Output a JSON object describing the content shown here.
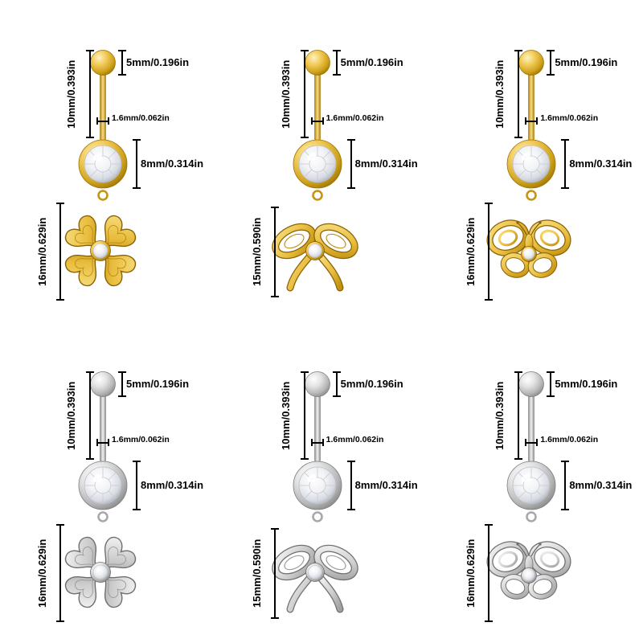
{
  "page": {
    "background": "#ffffff",
    "description": "Belly button ring size chart, 2 rows x 3 columns"
  },
  "colors": {
    "gold": "#e9bd3e",
    "silver": "#cfcfcf",
    "label_text": "#000000",
    "background": "#ffffff"
  },
  "products": [
    {
      "name": "gold clover belly ring",
      "metal": "gold",
      "charm": "clover",
      "dims": {
        "ball": "5mm/0.196in",
        "bar": "10mm/0.393in",
        "gauge": "1.6mm/0.062in",
        "gem": "8mm/0.314in",
        "charm": "16mm/0.629in"
      }
    },
    {
      "name": "gold bow belly ring",
      "metal": "gold",
      "charm": "bow",
      "dims": {
        "ball": "5mm/0.196in",
        "bar": "10mm/0.393in",
        "gauge": "1.6mm/0.062in",
        "gem": "8mm/0.314in",
        "charm": "15mm/0.590in"
      }
    },
    {
      "name": "gold butterfly belly ring",
      "metal": "gold",
      "charm": "butterfly",
      "dims": {
        "ball": "5mm/0.196in",
        "bar": "10mm/0.393in",
        "gauge": "1.6mm/0.062in",
        "gem": "8mm/0.314in",
        "charm": "16mm/0.629in"
      }
    },
    {
      "name": "silver clover belly ring",
      "metal": "silver",
      "charm": "clover",
      "dims": {
        "ball": "5mm/0.196in",
        "bar": "10mm/0.393in",
        "gauge": "1.6mm/0.062in",
        "gem": "8mm/0.314in",
        "charm": "16mm/0.629in"
      }
    },
    {
      "name": "silver bow belly ring",
      "metal": "silver",
      "charm": "bow",
      "dims": {
        "ball": "5mm/0.196in",
        "bar": "10mm/0.393in",
        "gauge": "1.6mm/0.062in",
        "gem": "8mm/0.314in",
        "charm": "15mm/0.590in"
      }
    },
    {
      "name": "silver butterfly belly ring",
      "metal": "silver",
      "charm": "butterfly",
      "dims": {
        "ball": "5mm/0.196in",
        "bar": "10mm/0.393in",
        "gauge": "1.6mm/0.062in",
        "gem": "8mm/0.314in",
        "charm": "16mm/0.629in"
      }
    }
  ]
}
